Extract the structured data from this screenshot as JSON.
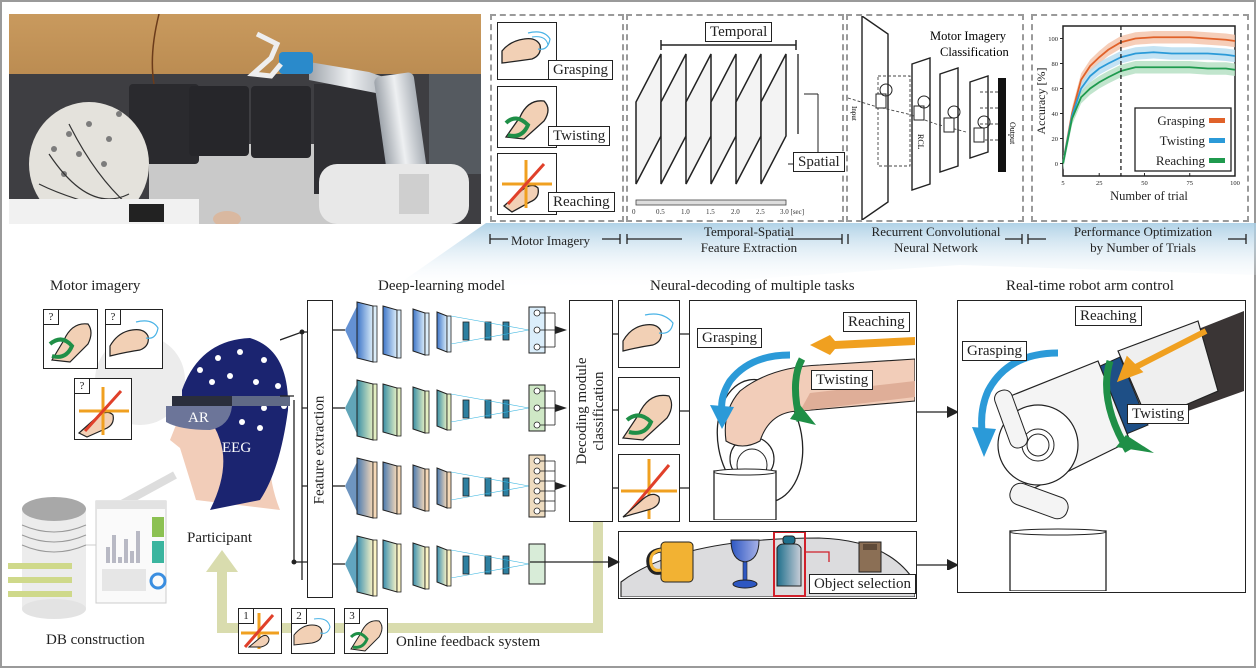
{
  "top_row": {
    "photo": {
      "description": "Participant wearing EEG cap controlling robot arm"
    },
    "panels": [
      {
        "id": "motor-imagery",
        "caption": "Motor Imagery",
        "tasks": [
          "Grasping",
          "Twisting",
          "Reaching"
        ]
      },
      {
        "id": "feature-extraction",
        "caption_line1": "Temporal-Spatial",
        "caption_line2": "Feature Extraction",
        "temporal_label": "Temporal",
        "spatial_label": "Spatial",
        "axis_ticks": [
          "0",
          "0.5",
          "1.0",
          "1.5",
          "2.0",
          "2.5",
          "3.0 [sec]"
        ]
      },
      {
        "id": "rcnn",
        "caption_line1": "Recurrent Convolutional",
        "caption_line2": "Neural Network",
        "title_line1": "Motor Imagery",
        "title_line2": "Classification",
        "input_label": "Input",
        "rcl_label": "RCL",
        "output_label": "Output"
      },
      {
        "id": "performance",
        "caption_line1": "Performance Optimization",
        "caption_line2": "by Number of Trials"
      }
    ]
  },
  "chart_data": {
    "type": "line",
    "title": "",
    "xlabel": "Number of trial",
    "ylabel": "Accuracy [%]",
    "xlim": [
      5,
      100
    ],
    "ylim": [
      -10,
      110
    ],
    "xticks": [
      5,
      25,
      50,
      75,
      100
    ],
    "yticks": [
      0,
      20,
      40,
      60,
      80,
      100
    ],
    "vline_x": 37,
    "legend_position": "bottom-right",
    "x": [
      5,
      10,
      15,
      20,
      25,
      30,
      37,
      45,
      55,
      65,
      75,
      85,
      95,
      100
    ],
    "series": [
      {
        "name": "Grasping",
        "color": "#e0622a",
        "band_color": "#f4c2a8",
        "values": [
          0,
          40,
          67,
          78,
          85,
          91,
          97,
          100,
          101,
          101,
          101,
          100,
          99,
          98
        ]
      },
      {
        "name": "Twisting",
        "color": "#2b9ad8",
        "band_color": "#b5dcf0",
        "values": [
          0,
          38,
          60,
          70,
          76,
          80,
          85,
          88,
          89,
          88,
          88,
          88,
          87,
          86
        ]
      },
      {
        "name": "Reaching",
        "color": "#1f9a4e",
        "band_color": "#b2dfc0",
        "values": [
          0,
          36,
          53,
          60,
          65,
          69,
          74,
          77,
          77,
          77,
          77,
          76,
          76,
          75
        ]
      }
    ]
  },
  "bottom": {
    "motor_imagery_title": "Motor imagery",
    "question_mark": "?",
    "ar_label": "AR",
    "eeg_label": "EEG",
    "participant_label": "Participant",
    "db_label": "DB construction",
    "feature_extraction_label": "Feature extraction",
    "deep_learning_title": "Deep-learning model",
    "decoding_label_line1": "Decoding module",
    "decoding_label_line2": "classification",
    "neural_decoding_title": "Neural-decoding of multiple tasks",
    "robot_title": "Real-time robot arm control",
    "task_labels": {
      "grasping": "Grasping",
      "twisting": "Twisting",
      "reaching": "Reaching"
    },
    "object_selection_label": "Object selection",
    "feedback_label": "Online feedback system",
    "feedback_steps": [
      "1",
      "2",
      "3"
    ]
  },
  "colors": {
    "grasp": "#2b9ad8",
    "twist": "#1f8f47",
    "reach": "#f0a020",
    "reach_red": "#e0402a",
    "eeg_cap": "#1b2470",
    "feedback_arrow": "#d9dcae",
    "selection": "#d0202a"
  }
}
